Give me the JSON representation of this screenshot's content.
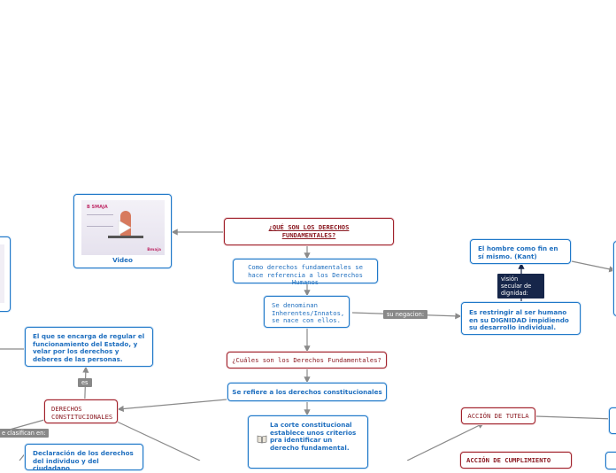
{
  "colors": {
    "blue": "#1f78c8",
    "red": "#a0202a",
    "link": "#8a8a8a",
    "chip": "#888888",
    "chip_dark": "#16264a"
  },
  "video": {
    "label": "Video",
    "thumb_title": "B SMAJA",
    "thumb_logo": "Bmaja",
    "icon": "play-icon"
  },
  "nodes": {
    "main": "¿QUÉ SON LOS DERECHOS FUNDAMENTALES?",
    "ref": "Como derechos fundamentales se hace referencia a los Derechos Humanos",
    "denom": "Se denominan Inherentes/Innatos, se nace con ellos.",
    "cuales": "¿Cuáles son los Derechos Fundamentales?",
    "refiere": "Se refiere a los derechos constitucionales",
    "corte": "La corte constitucional establece unos criterios pra identificar un derecho fundamental.",
    "hombre": "El hombre como fin en sí mismo. (Kant)",
    "restringir": "Es restringir al ser humano en su DIGNIDAD impidiendo su desarrollo individual.",
    "encarga": "El que se encarga de regular el funcionamiento del Estado, y velar por los derechos y deberes de las personas.",
    "constitucionales": "DERECHOS CONSTITUCIONALES",
    "declaracion": "Declaración de los derechos del individuo y del ciudadano",
    "tutela": "ACCIÓN DE TUTELA",
    "cumplimiento": "ACCIÓN DE CUMPLIMIENTO"
  },
  "labels": {
    "negacion": "su negacion:",
    "vision": "visión secular de dignidad:",
    "es": "es",
    "clasifican": "e clasifican en:"
  },
  "icons": {
    "corte": "book-icon"
  }
}
